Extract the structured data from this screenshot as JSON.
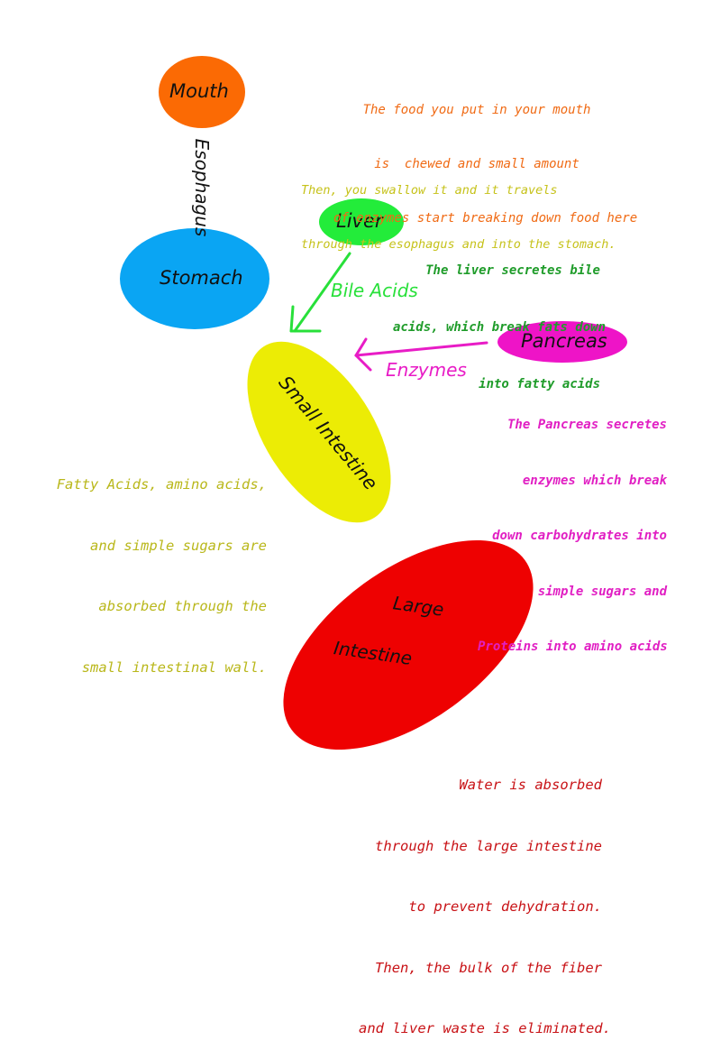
{
  "organs": {
    "mouth": {
      "label": "Mouth",
      "color": "#fb6a04"
    },
    "esophagus": {
      "label": "Esophagus"
    },
    "stomach": {
      "label": "Stomach",
      "color": "#0aa5f3"
    },
    "liver": {
      "label": "Liver",
      "color": "#23ec3a"
    },
    "pancreas": {
      "label": "Pancreas",
      "color": "#ee14c7"
    },
    "small_intestine": {
      "label": "Small Intestine",
      "color": "#ecec05"
    },
    "large_intestine": {
      "label_line1": "Large",
      "label_line2": "Intestine",
      "color": "#ee0101"
    }
  },
  "arrows": {
    "bile_acids": {
      "label": "Bile Acids",
      "color": "#28e03a"
    },
    "enzymes": {
      "label": "Enzymes",
      "color": "#e81cc6"
    }
  },
  "notes": {
    "mouth": {
      "color": "#f06a14",
      "lines": [
        "The food you put in your mouth",
        "is  chewed and small amount",
        "of enzymes start breaking down food here"
      ]
    },
    "esophagus": {
      "color": "#c6c21a",
      "lines": [
        "Then, you swallow it and it travels",
        "through the esophagus and into the stomach."
      ]
    },
    "liver": {
      "color": "#1f9c2a",
      "lines": [
        "The liver secretes bile",
        "acids, which break fats down",
        "into fatty acids"
      ]
    },
    "pancreas": {
      "color": "#e11fc3",
      "lines": [
        "The Pancreas secretes",
        "enzymes which break",
        "down carbohydrates into",
        "simple sugars and",
        "Proteins into amino acids"
      ]
    },
    "small_intestine": {
      "color": "#b9b71a",
      "lines": [
        "Fatty Acids, amino acids,",
        "and simple sugars are",
        "absorbed through the",
        "small intestinal wall."
      ]
    },
    "large_intestine": {
      "color": "#c81216",
      "lines": [
        "Water is absorbed",
        "through the large intestine",
        "to prevent dehydration.",
        "Then, the bulk of the fiber",
        "and liver waste is eliminated."
      ]
    }
  }
}
